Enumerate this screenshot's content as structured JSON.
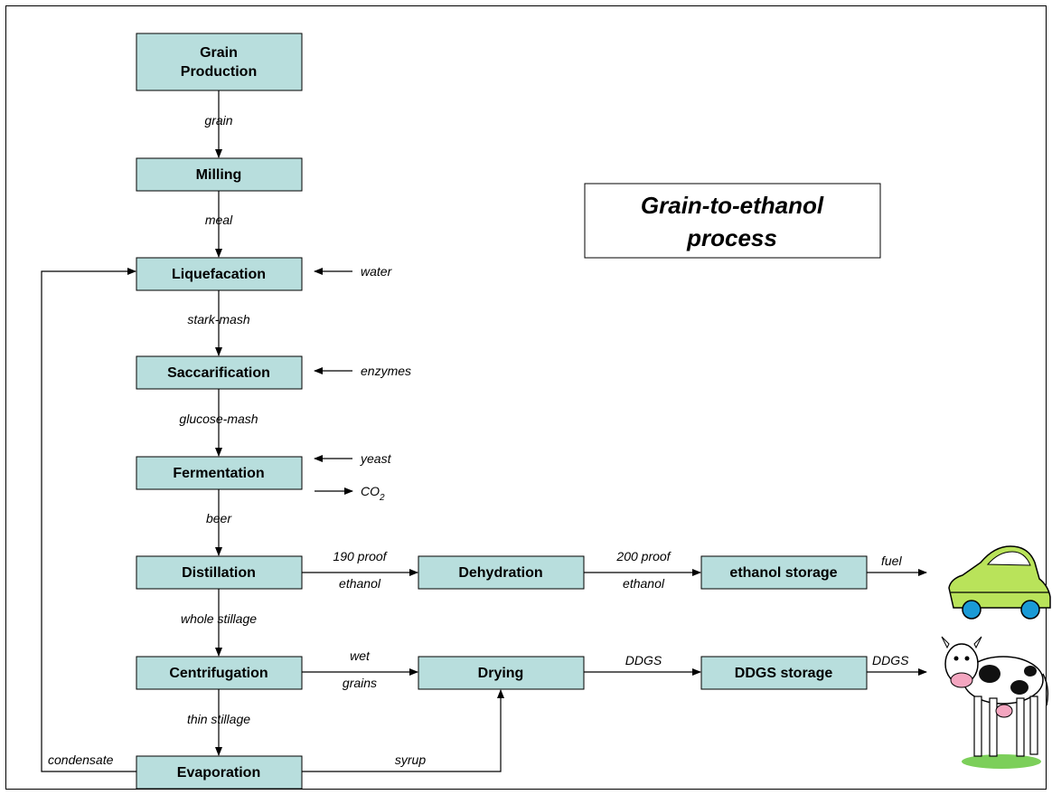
{
  "title": {
    "line1": "Grain-to-ethanol",
    "line2": "process"
  },
  "boxes": {
    "grain_production": {
      "line1": "Grain",
      "line2": "Production"
    },
    "milling": "Milling",
    "liquefacation": "Liquefacation",
    "saccarification": "Saccarification",
    "fermentation": "Fermentation",
    "distillation": "Distillation",
    "centrifugation": "Centrifugation",
    "evaporation": "Evaporation",
    "dehydration": "Dehydration",
    "drying": "Drying",
    "ethanol_storage": "ethanol storage",
    "ddgs_storage": "DDGS storage"
  },
  "flows": {
    "grain": "grain",
    "meal": "meal",
    "stark_mash": "stark-mash",
    "glucose_mash": "glucose-mash",
    "beer": "beer",
    "whole_stillage": "whole stillage",
    "thin_stillage": "thin stillage",
    "water": "water",
    "enzymes": "enzymes",
    "yeast": "yeast",
    "co2": "CO",
    "co2_sub": "2",
    "proof190_top": "190 proof",
    "proof190_bottom": "ethanol",
    "proof200_top": "200 proof",
    "proof200_bottom": "ethanol",
    "fuel": "fuel",
    "wet_top": "wet",
    "wet_bottom": "grains",
    "ddgs": "DDGS",
    "ddgs_out": "DDGS",
    "syrup": "syrup",
    "condensate": "condensate"
  },
  "colors": {
    "box_fill": "#b8dedd",
    "car_body": "#b9e35a",
    "car_wheel": "#1a9ad6"
  },
  "icons": [
    "car-icon",
    "cow-icon"
  ]
}
